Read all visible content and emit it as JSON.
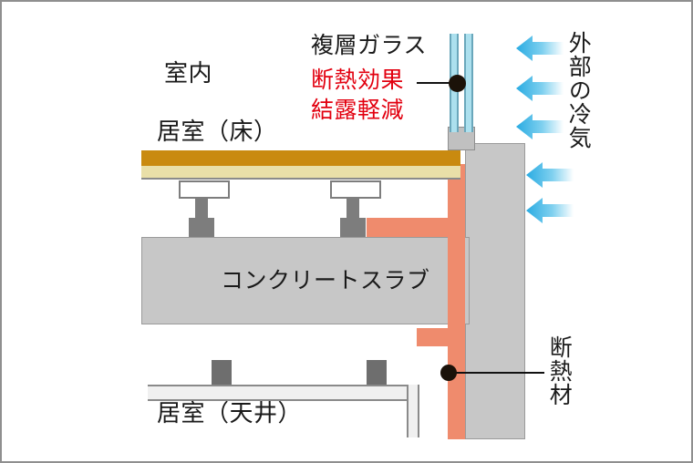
{
  "diagram": {
    "title_alt": "床・天井断熱 断面図",
    "labels": {
      "indoor": "室内",
      "floor_room": "居室（床）",
      "concrete_slab": "コンクリートスラブ",
      "ceiling_room": "居室（天井）",
      "glass_title": "複層ガラス",
      "glass_effect_1": "断熱効果",
      "glass_effect_2": "結露軽減",
      "outside_cold_air": "外部の冷気",
      "insulation": "断熱材"
    },
    "colors": {
      "insulation": "#ef8b6d",
      "concrete": "#c7c7c7",
      "concrete_edge": "#9a9a9a",
      "floor_top": "#c98a10",
      "floor_mid": "#e9dfa8",
      "glass": "#ace0ee",
      "glass_edge": "#6aa7bb",
      "arrow": "#29abe2",
      "red_text": "#e2000f",
      "text": "#1a1a1a",
      "pedestal": "#7d7d7d",
      "ceiling": "#f0f0f0",
      "frame_border": "#8f8f8f"
    },
    "arrows": {
      "name": "cold-air-arrow",
      "count": 5,
      "direction": "left"
    }
  }
}
